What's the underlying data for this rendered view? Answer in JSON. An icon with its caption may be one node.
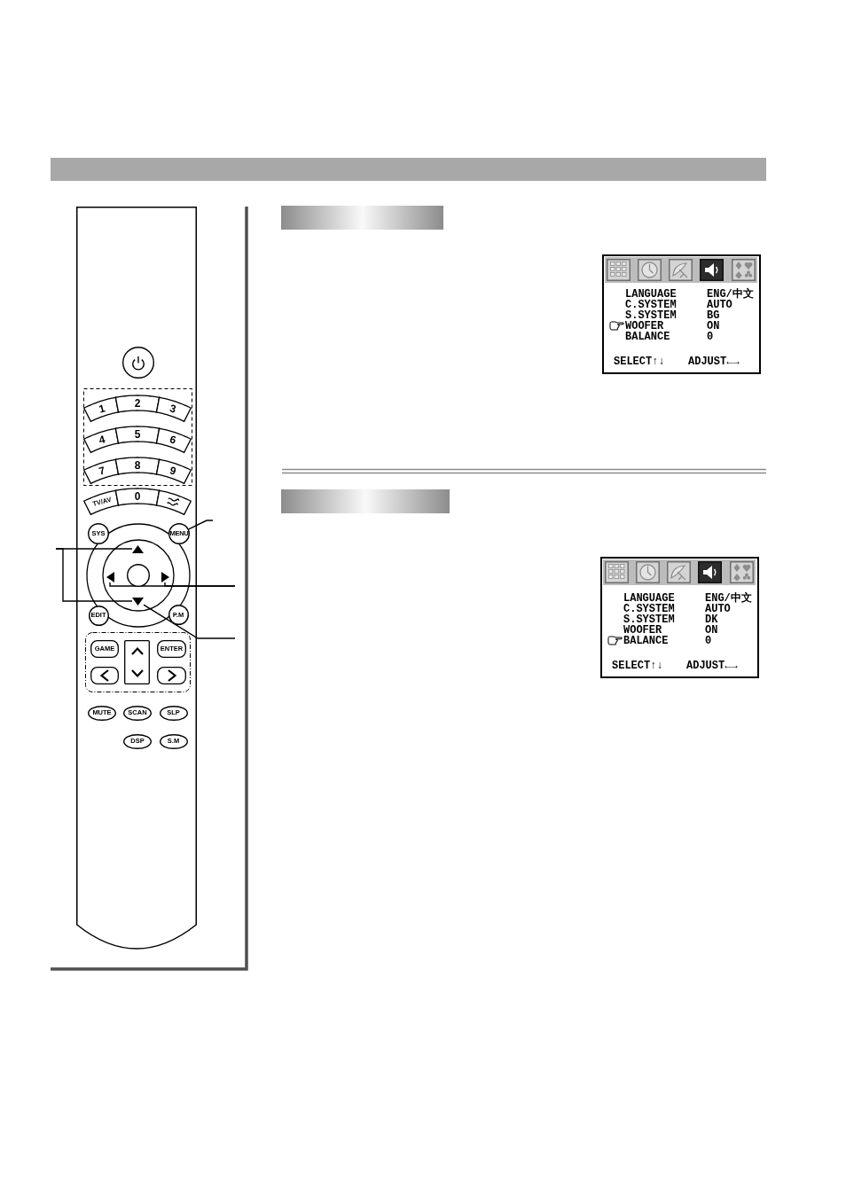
{
  "diagram": {
    "nodes": [
      {
        "text": [],
        "shape": "box"
      },
      {
        "text": [],
        "shape": "circle",
        "in": 0
      },
      {
        "text": [],
        "shape": "box",
        "in": 0
      },
      {
        "text": [
          "1"
        ],
        "in": 2
      },
      {
        "text": [
          "2"
        ],
        "in": 2
      },
      {
        "text": [
          "3"
        ],
        "in": 2
      },
      {
        "text": [
          "4"
        ],
        "in": 2
      },
      {
        "text": [
          "5"
        ],
        "in": 2
      },
      {
        "text": [
          "6"
        ],
        "in": 2
      },
      {
        "text": [
          "7"
        ],
        "in": 2
      },
      {
        "text": [
          "8"
        ],
        "in": 2
      },
      {
        "text": [
          "9"
        ],
        "in": 2
      },
      {
        "text": [
          "TV/AV"
        ],
        "in": 0
      },
      {
        "text": [
          "0"
        ],
        "in": 0
      },
      {
        "text": [],
        "shape": "box",
        "in": 0
      },
      {
        "text": [
          "SYS"
        ],
        "in": 0
      },
      {
        "text": [
          "MENU"
        ],
        "in": 0
      },
      {
        "text": [],
        "shape": "triangle",
        "in": 0
      },
      {
        "text": [],
        "shape": "triangle",
        "in": 0
      },
      {
        "text": [],
        "shape": "circle",
        "in": 0
      },
      {
        "text": [],
        "shape": "triangle",
        "in": 0
      },
      {
        "text": [],
        "shape": "triangle",
        "in": 0
      },
      {
        "text": [
          "EDIT"
        ],
        "in": 0
      },
      {
        "text": [
          "P.M"
        ],
        "in": 0
      },
      {
        "text": [],
        "shape": "box",
        "in": 0
      },
      {
        "text": [
          "GAME"
        ],
        "in": 24
      },
      {
        "text": [],
        "shape": "box",
        "in": 24
      },
      {
        "text": [
          "ENTER"
        ],
        "in": 24
      },
      {
        "text": [],
        "shape": "box",
        "in": 24
      },
      {
        "text": [],
        "shape": "box",
        "in": 24
      },
      {
        "text": [
          "MUTE"
        ],
        "in": 0
      },
      {
        "text": [
          "SCAN"
        ],
        "in": 0
      },
      {
        "text": [
          "SLP"
        ],
        "in": 0
      },
      {
        "text": [
          "DSP"
        ],
        "in": 0
      },
      {
        "text": [
          "S.M"
        ],
        "in": 0
      },
      {
        "text": [],
        "shape": "bar"
      },
      {
        "text": [
          "LANGUAGE",
          "ENG/中文",
          "C.SYSTEM",
          "AUTO",
          "S.SYSTEM",
          "BG",
          "WOOFER",
          "ON",
          "BALANCE",
          "0",
          "SELECT↑↓",
          "ADJUST←→"
        ]
      },
      {
        "text": [],
        "shape": "bar"
      },
      {
        "text": [
          "LANGUAGE",
          "ENG/中文",
          "C.SYSTEM",
          "AUTO",
          "S.SYSTEM",
          "DK",
          "WOOFER",
          "ON",
          "BALANCE",
          "0",
          "SELECT↑↓",
          "ADJUST←→"
        ]
      }
    ],
    "edges": [
      {
        "from": null,
        "to": 16,
        "arrow": "none"
      },
      {
        "from": null,
        "to": 17,
        "arrow": "none"
      },
      {
        "from": null,
        "to": 21,
        "arrow": "none"
      },
      {
        "from": null,
        "to": 18,
        "arrow": "none"
      },
      {
        "from": null,
        "to": 20,
        "arrow": "none"
      },
      {
        "from": null,
        "to": 21,
        "arrow": "none"
      }
    ]
  }
}
